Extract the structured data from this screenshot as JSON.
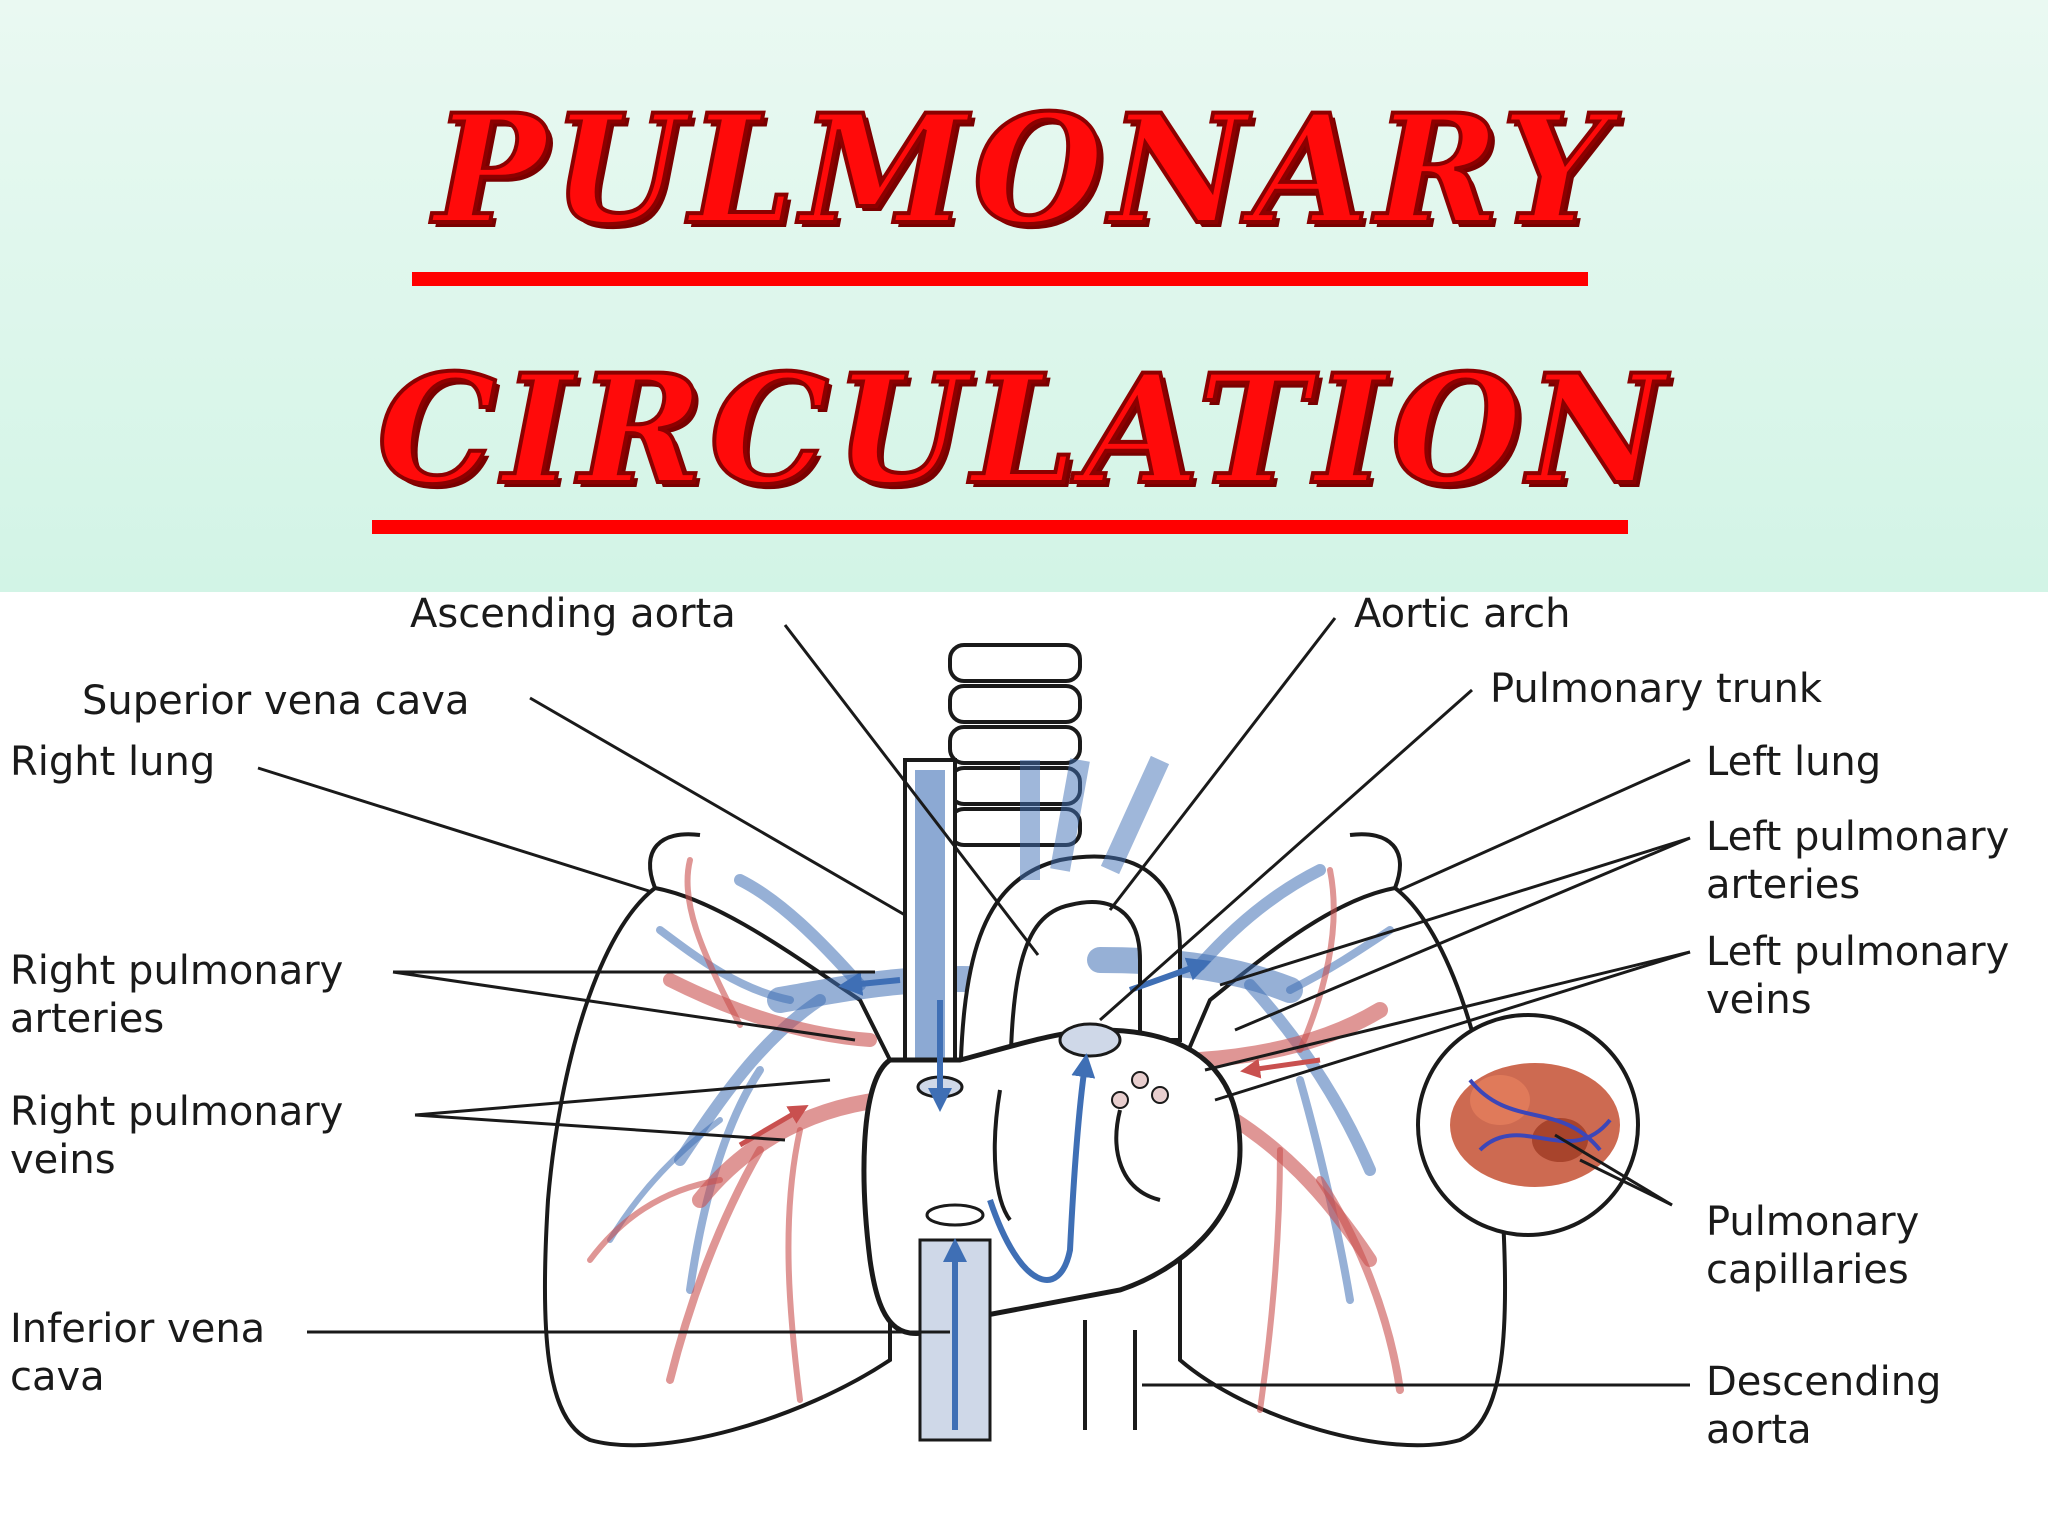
{
  "title": {
    "line1": "PULMONARY",
    "line2": "CIRCULATION"
  },
  "labels": {
    "ascending_aorta": "Ascending aorta",
    "aortic_arch": "Aortic arch",
    "superior_vena_cava": "Superior vena cava",
    "pulmonary_trunk": "Pulmonary trunk",
    "right_lung": "Right lung",
    "left_lung": "Left lung",
    "right_pulmonary_arteries_1": "Right pulmonary",
    "right_pulmonary_arteries_2": "arteries",
    "left_pulmonary_arteries_1": "Left pulmonary",
    "left_pulmonary_arteries_2": "arteries",
    "left_pulmonary_veins_1": "Left pulmonary",
    "left_pulmonary_veins_2": "veins",
    "right_pulmonary_veins_1": "Right pulmonary",
    "right_pulmonary_veins_2": "veins",
    "pulmonary_capillaries_1": "Pulmonary",
    "pulmonary_capillaries_2": "capillaries",
    "inferior_vena_cava_1": "Inferior vena",
    "inferior_vena_cava_2": "cava",
    "descending_aorta_1": "Descending",
    "descending_aorta_2": "aorta"
  },
  "colors": {
    "title_red": "#ff0a0a",
    "deoxygenated_blue": "#3f6fb5",
    "oxygenated_red": "#c9504f",
    "header_green": "#d2f4e6"
  }
}
